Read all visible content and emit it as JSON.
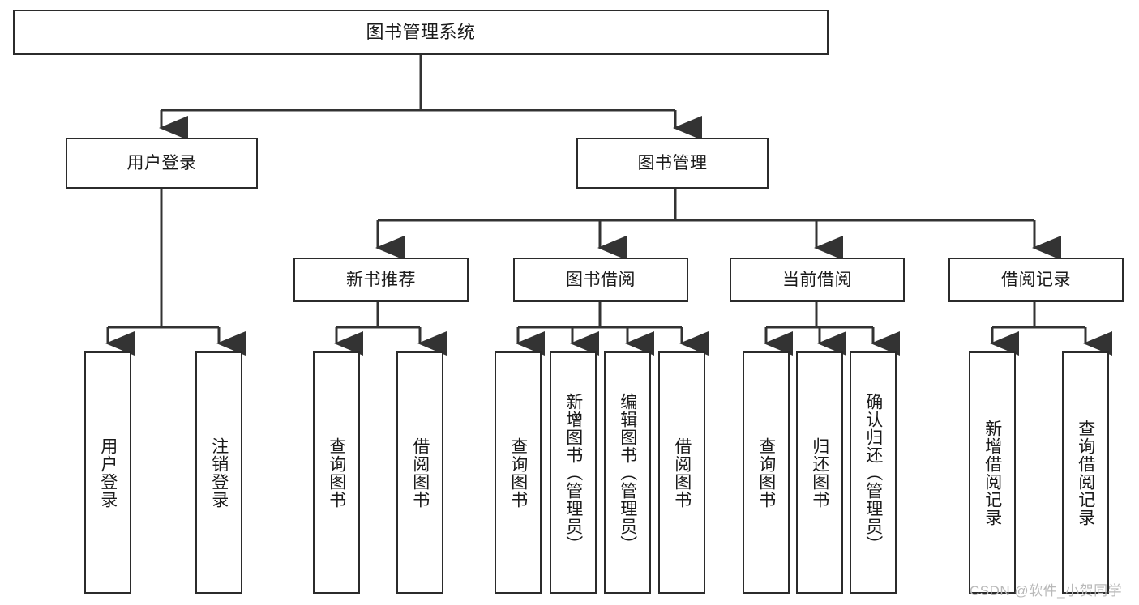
{
  "diagram": {
    "title": "图书管理系统",
    "type": "tree-hierarchy-chart",
    "root": {
      "label": "图书管理系统"
    },
    "level1": [
      {
        "label": "用户登录"
      },
      {
        "label": "图书管理"
      }
    ],
    "level2": [
      {
        "label": "新书推荐",
        "parent": "图书管理"
      },
      {
        "label": "图书借阅",
        "parent": "图书管理"
      },
      {
        "label": "当前借阅",
        "parent": "图书管理"
      },
      {
        "label": "借阅记录",
        "parent": "图书管理"
      }
    ],
    "leaves": {
      "user_login": [
        {
          "label": "用户登录"
        },
        {
          "label": "注销登录"
        }
      ],
      "new_book_recommend": [
        {
          "label": "查询图书"
        },
        {
          "label": "借阅图书"
        }
      ],
      "book_borrow": [
        {
          "label": "查询图书"
        },
        {
          "label": "新增图书（管理员）"
        },
        {
          "label": "编辑图书（管理员）"
        },
        {
          "label": "借阅图书"
        }
      ],
      "current_borrow": [
        {
          "label": "查询图书"
        },
        {
          "label": "归还图书"
        },
        {
          "label": "确认归还（管理员）"
        }
      ],
      "borrow_records": [
        {
          "label": "新增借阅记录"
        },
        {
          "label": "查询借阅记录"
        }
      ]
    }
  },
  "watermark": {
    "text": "CSDN @软件_小贺同学"
  },
  "colors": {
    "background": "#ffffff",
    "box_border": "#2b2b2b",
    "connector": "#333333",
    "text": "#1a1a1a",
    "watermark": "#b9b9b9"
  }
}
